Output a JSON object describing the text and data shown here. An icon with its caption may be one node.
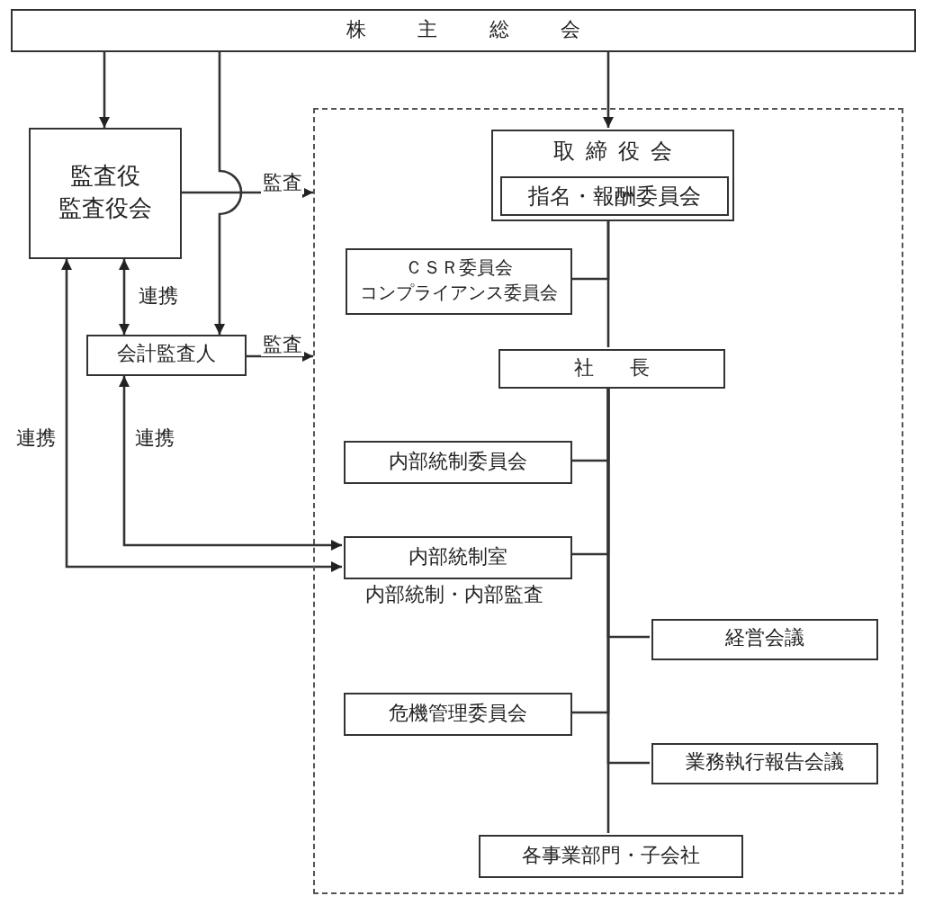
{
  "diagram": {
    "nodes": [
      {
        "text": [
          "株主総会"
        ]
      },
      {
        "text": [],
        "shape": "box"
      },
      {
        "text": [
          "監査役",
          "監査役会"
        ]
      },
      {
        "text": [
          "会計監査人"
        ]
      },
      {
        "text": [
          "取締役会"
        ],
        "in": 1
      },
      {
        "text": [
          "指名・報酬委員会"
        ],
        "in": 4
      },
      {
        "text": [
          "ＣＳＲ委員会",
          "コンプライアンス委員会"
        ],
        "in": 1
      },
      {
        "text": [
          "社長"
        ],
        "in": 1
      },
      {
        "text": [
          "内部統制委員会"
        ],
        "in": 1
      },
      {
        "text": [
          "内部統制室"
        ],
        "in": 1,
        "beside": [
          "内部統制・内部監査"
        ]
      },
      {
        "text": [
          "経営会議"
        ],
        "in": 1
      },
      {
        "text": [
          "危機管理委員会"
        ],
        "in": 1
      },
      {
        "text": [
          "業務執行報告会議"
        ],
        "in": 1
      },
      {
        "text": [
          "各事業部門・子会社"
        ],
        "in": 1
      }
    ],
    "edges": [
      {
        "from": 0,
        "to": 2,
        "arrow": "to"
      },
      {
        "from": 0,
        "to": 3,
        "arrow": "to"
      },
      {
        "from": 0,
        "to": 4,
        "arrow": "to"
      },
      {
        "from": 2,
        "to": 1,
        "arrow": "to",
        "label": "監査"
      },
      {
        "from": 3,
        "to": 1,
        "arrow": "to",
        "label": "監査"
      },
      {
        "from": 2,
        "to": 3,
        "arrow": "both",
        "label": "連携"
      },
      {
        "from": 2,
        "to": 9,
        "arrow": "both",
        "label": "連携"
      },
      {
        "from": 3,
        "to": 9,
        "arrow": "both",
        "label": "連携"
      },
      {
        "from": 4,
        "to": 6,
        "arrow": "none"
      },
      {
        "from": 4,
        "to": 7,
        "arrow": "none"
      },
      {
        "from": 7,
        "to": 8,
        "arrow": "none"
      },
      {
        "from": 7,
        "to": 9,
        "arrow": "none"
      },
      {
        "from": 7,
        "to": 10,
        "arrow": "none"
      },
      {
        "from": 7,
        "to": 11,
        "arrow": "none"
      },
      {
        "from": 7,
        "to": 12,
        "arrow": "none"
      },
      {
        "from": 7,
        "to": 13,
        "arrow": "none"
      }
    ]
  }
}
